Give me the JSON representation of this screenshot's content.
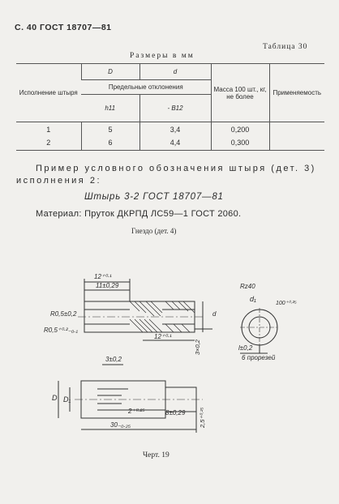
{
  "header": {
    "page_ref": "С. 40 ГОСТ 18707—81"
  },
  "table": {
    "number": "Таблица 30",
    "caption": "Размеры в мм",
    "col_execution": "Исполнение штыря",
    "col_D": "D",
    "col_d": "d",
    "col_tolerances": "Предельные отклонения",
    "col_h11": "h11",
    "col_b12": "- B12",
    "col_mass": "Масса 100 шт., кг, не более",
    "col_use": "Применяемость",
    "rows": [
      {
        "exec": "1",
        "D": "5",
        "d": "3,4",
        "mass": "0,200",
        "use": ""
      },
      {
        "exec": "2",
        "D": "6",
        "d": "4,4",
        "mass": "0,300",
        "use": ""
      }
    ]
  },
  "example": {
    "text_line1": "Пример условного обозначения штыря (дет. 3)",
    "text_line2": "исполнения 2:",
    "designation": "Штырь 3-2 ГОСТ 18707—81",
    "material": "Материал: Пруток ДКРПД ЛС59—1 ГОСТ 2060."
  },
  "socket_title": "Гнездо (дет. 4)",
  "drawing": {
    "dims": {
      "d12": "12⁺⁰·¹",
      "d11": "11±0,29",
      "r0_5": "R0,5±0,2",
      "r0_5b": "R0,5⁺⁰·²₋₀.₁",
      "d12b": "12⁺⁰·¹",
      "d": "d",
      "l3x02": "3×0,2",
      "rz40": "Rz40",
      "d1": "d₁",
      "deg100": "100⁺⁰·²⁵",
      "l1": "l±0,2",
      "slots": "6 прорезей",
      "d3": "3±0,2",
      "dD": "D",
      "dD1": "D₁",
      "d2": "2⁺⁰·²⁵",
      "d8": "8±0,29",
      "d30": "30₋₀.₂₅",
      "d25": "2,5⁺⁰·²⁵"
    }
  },
  "figure_caption": "Черт. 19"
}
